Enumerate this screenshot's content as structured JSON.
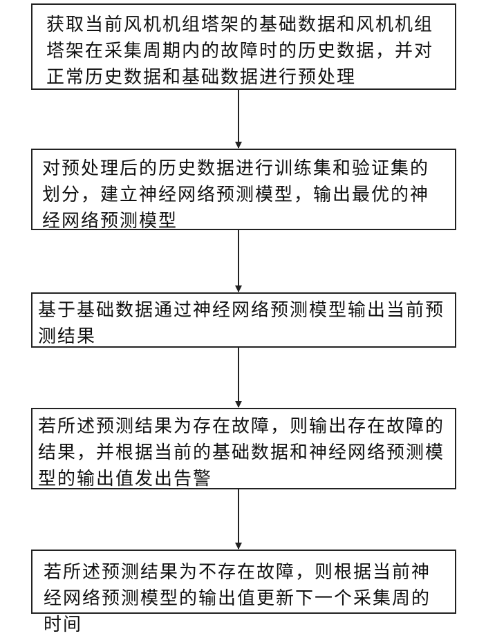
{
  "flowchart": {
    "steps": [
      {
        "text": "获取当前风机机组塔架的基础数据和风机机组塔架在采集周期内的故障时的历史数据，并对正常历史数据和基础数据进行预处理"
      },
      {
        "text": "对预处理后的历史数据进行训练集和验证集的划分，建立神经网络预测模型，输出最优的神经网络预测模型"
      },
      {
        "text": "基于基础数据通过神经网络预测模型输出当前预测结果"
      },
      {
        "text": "若所述预测结果为存在故障，则输出存在故障的结果，并根据当前的基础数据和神经网络预测模型的输出值发出告警"
      },
      {
        "text": "若所述预测结果为不存在故障，则根据当前神经网络预测模型的输出值更新下一个采集周的时间"
      }
    ]
  }
}
